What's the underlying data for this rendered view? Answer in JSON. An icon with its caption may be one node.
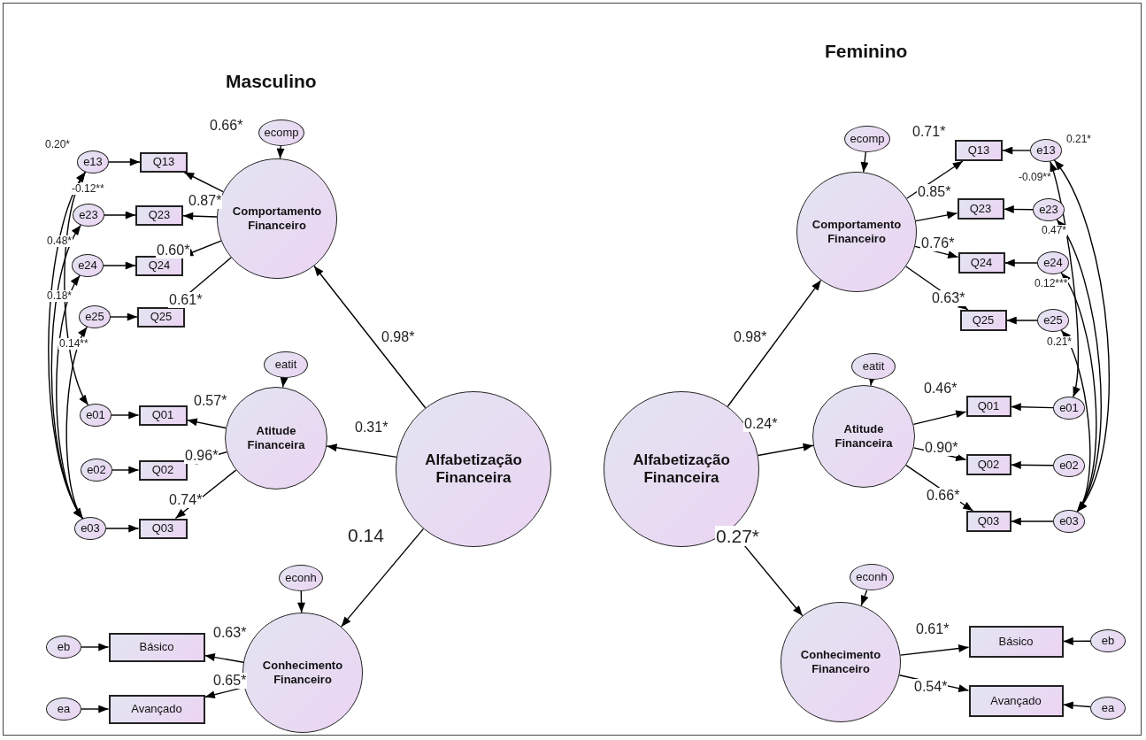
{
  "diagram": {
    "nodes": [
      {
        "text": [
          "ecomp"
        ]
      },
      {
        "text": [
          "Comportamento Financeiro"
        ]
      },
      {
        "text": [
          "e13"
        ]
      },
      {
        "text": [
          "Q13"
        ]
      },
      {
        "text": [
          "e23"
        ]
      },
      {
        "text": [
          "Q23"
        ]
      },
      {
        "text": [
          "e24"
        ]
      },
      {
        "text": [
          "Q24"
        ]
      },
      {
        "text": [
          "e25"
        ]
      },
      {
        "text": [
          "Q25"
        ]
      },
      {
        "text": [
          "eatit"
        ]
      },
      {
        "text": [
          "Atitude Financeira"
        ]
      },
      {
        "text": [
          "e01"
        ]
      },
      {
        "text": [
          "Q01"
        ]
      },
      {
        "text": [
          "e02"
        ]
      },
      {
        "text": [
          "Q02"
        ]
      },
      {
        "text": [
          "e03"
        ]
      },
      {
        "text": [
          "Q03"
        ]
      },
      {
        "text": [
          "Alfabetização Financeira"
        ]
      },
      {
        "text": [
          "econh"
        ]
      },
      {
        "text": [
          "Conhecimento Financeiro"
        ]
      },
      {
        "text": [
          "eb"
        ]
      },
      {
        "text": [
          "Básico"
        ]
      },
      {
        "text": [
          "ea"
        ]
      },
      {
        "text": [
          "Avançado"
        ]
      },
      {
        "text": [
          "ecomp"
        ]
      },
      {
        "text": [
          "Comportamento Financeiro"
        ]
      },
      {
        "text": [
          "e13"
        ]
      },
      {
        "text": [
          "Q13"
        ]
      },
      {
        "text": [
          "e23"
        ]
      },
      {
        "text": [
          "Q23"
        ]
      },
      {
        "text": [
          "e24"
        ]
      },
      {
        "text": [
          "Q24"
        ]
      },
      {
        "text": [
          "e25"
        ]
      },
      {
        "text": [
          "Q25"
        ]
      },
      {
        "text": [
          "eatit"
        ]
      },
      {
        "text": [
          "Atitude Financeira"
        ]
      },
      {
        "text": [
          "e01"
        ]
      },
      {
        "text": [
          "Q01"
        ]
      },
      {
        "text": [
          "e02"
        ]
      },
      {
        "text": [
          "Q02"
        ]
      },
      {
        "text": [
          "e03"
        ]
      },
      {
        "text": [
          "Q03"
        ]
      },
      {
        "text": [
          "Alfabetização Financeira"
        ]
      },
      {
        "text": [
          "econh"
        ]
      },
      {
        "text": [
          "Conhecimento Financeiro"
        ]
      },
      {
        "text": [
          "eb"
        ]
      },
      {
        "text": [
          "Básico"
        ]
      },
      {
        "text": [
          "ea"
        ]
      },
      {
        "text": [
          "Avançado"
        ]
      }
    ],
    "edges": [
      {
        "from": 0,
        "to": 1,
        "arrow": "to"
      },
      {
        "from": 1,
        "to": 3,
        "arrow": "to",
        "label": "0.66*"
      },
      {
        "from": 1,
        "to": 5,
        "arrow": "to",
        "label": "0.87*"
      },
      {
        "from": 1,
        "to": 7,
        "arrow": "to",
        "label": "0.60*"
      },
      {
        "from": 1,
        "to": 9,
        "arrow": "to",
        "label": "0.61*"
      },
      {
        "from": 2,
        "to": 3,
        "arrow": "to"
      },
      {
        "from": 4,
        "to": 5,
        "arrow": "to"
      },
      {
        "from": 6,
        "to": 7,
        "arrow": "to"
      },
      {
        "from": 8,
        "to": 9,
        "arrow": "to"
      },
      {
        "from": 10,
        "to": 11,
        "arrow": "to"
      },
      {
        "from": 11,
        "to": 13,
        "arrow": "to",
        "label": "0.57*"
      },
      {
        "from": 11,
        "to": 15,
        "arrow": "to",
        "label": "0.96*"
      },
      {
        "from": 11,
        "to": 17,
        "arrow": "to",
        "label": "0.74*"
      },
      {
        "from": 12,
        "to": 13,
        "arrow": "to"
      },
      {
        "from": 14,
        "to": 15,
        "arrow": "to"
      },
      {
        "from": 16,
        "to": 17,
        "arrow": "to"
      },
      {
        "from": 18,
        "to": 1,
        "arrow": "to",
        "label": "0.98*"
      },
      {
        "from": 18,
        "to": 11,
        "arrow": "to",
        "label": "0.31*"
      },
      {
        "from": 18,
        "to": 20,
        "arrow": "to",
        "label": "0.14"
      },
      {
        "from": 19,
        "to": 20,
        "arrow": "to"
      },
      {
        "from": 20,
        "to": 22,
        "arrow": "to",
        "label": "0.63*"
      },
      {
        "from": 20,
        "to": 24,
        "arrow": "to",
        "label": "0.65*"
      },
      {
        "from": 21,
        "to": 22,
        "arrow": "to"
      },
      {
        "from": 23,
        "to": 24,
        "arrow": "to"
      },
      {
        "from": 2,
        "to": 16,
        "arrow": "both",
        "label": "0.20*"
      },
      {
        "from": 2,
        "to": 12,
        "arrow": "both",
        "label": "-0.12**"
      },
      {
        "from": 4,
        "to": 16,
        "arrow": "both",
        "label": "0.48*"
      },
      {
        "from": 6,
        "to": 16,
        "arrow": "both",
        "label": "0.18*"
      },
      {
        "from": 8,
        "to": 16,
        "arrow": "both",
        "label": "0.14**"
      },
      {
        "from": 25,
        "to": 26,
        "arrow": "to"
      },
      {
        "from": 26,
        "to": 28,
        "arrow": "to",
        "label": "0.71*"
      },
      {
        "from": 26,
        "to": 30,
        "arrow": "to",
        "label": "0.85*"
      },
      {
        "from": 26,
        "to": 32,
        "arrow": "to",
        "label": "0.76*"
      },
      {
        "from": 26,
        "to": 34,
        "arrow": "to",
        "label": "0.63*"
      },
      {
        "from": 27,
        "to": 28,
        "arrow": "to"
      },
      {
        "from": 29,
        "to": 30,
        "arrow": "to"
      },
      {
        "from": 31,
        "to": 32,
        "arrow": "to"
      },
      {
        "from": 33,
        "to": 34,
        "arrow": "to"
      },
      {
        "from": 35,
        "to": 36,
        "arrow": "to"
      },
      {
        "from": 36,
        "to": 38,
        "arrow": "to",
        "label": "0.46*"
      },
      {
        "from": 36,
        "to": 40,
        "arrow": "to",
        "label": "0.90*"
      },
      {
        "from": 36,
        "to": 42,
        "arrow": "to",
        "label": "0.66*"
      },
      {
        "from": 37,
        "to": 38,
        "arrow": "to"
      },
      {
        "from": 39,
        "to": 40,
        "arrow": "to"
      },
      {
        "from": 41,
        "to": 42,
        "arrow": "to"
      },
      {
        "from": 43,
        "to": 26,
        "arrow": "to",
        "label": "0.98*"
      },
      {
        "from": 43,
        "to": 36,
        "arrow": "to",
        "label": "0.24*"
      },
      {
        "from": 43,
        "to": 45,
        "arrow": "to",
        "label": "0.27*"
      },
      {
        "from": 44,
        "to": 45,
        "arrow": "to"
      },
      {
        "from": 45,
        "to": 47,
        "arrow": "to",
        "label": "0.61*"
      },
      {
        "from": 45,
        "to": 49,
        "arrow": "to",
        "label": "0.54*"
      },
      {
        "from": 46,
        "to": 47,
        "arrow": "to"
      },
      {
        "from": 48,
        "to": 49,
        "arrow": "to"
      },
      {
        "from": 27,
        "to": 41,
        "arrow": "both",
        "label": "0.21*"
      },
      {
        "from": 27,
        "to": 37,
        "arrow": "both",
        "label": "-0.09**"
      },
      {
        "from": 29,
        "to": 41,
        "arrow": "both",
        "label": "0.47*"
      },
      {
        "from": 31,
        "to": 41,
        "arrow": "both",
        "label": "0.12***"
      },
      {
        "from": 33,
        "to": 41,
        "arrow": "both",
        "label": "0.21*"
      }
    ],
    "labels": [
      "Masculino",
      "Feminino"
    ]
  }
}
